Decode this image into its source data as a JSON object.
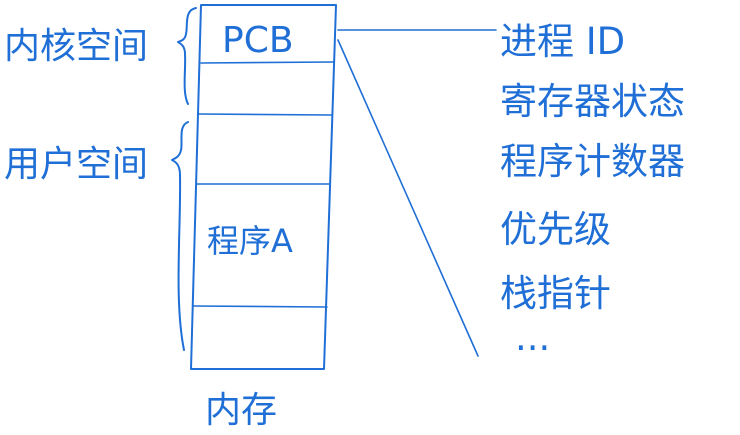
{
  "diagram": {
    "memory_label": "内存",
    "kernel_space_label": "内核空间",
    "user_space_label": "用户空间",
    "pcb_label": "PCB",
    "program_label": "程序A",
    "pcb_fields": [
      "进程 ID",
      "寄存器状态",
      "程序计数器",
      "优先级",
      "栈指针",
      "..."
    ],
    "ink_color": "#1f6fd6"
  }
}
